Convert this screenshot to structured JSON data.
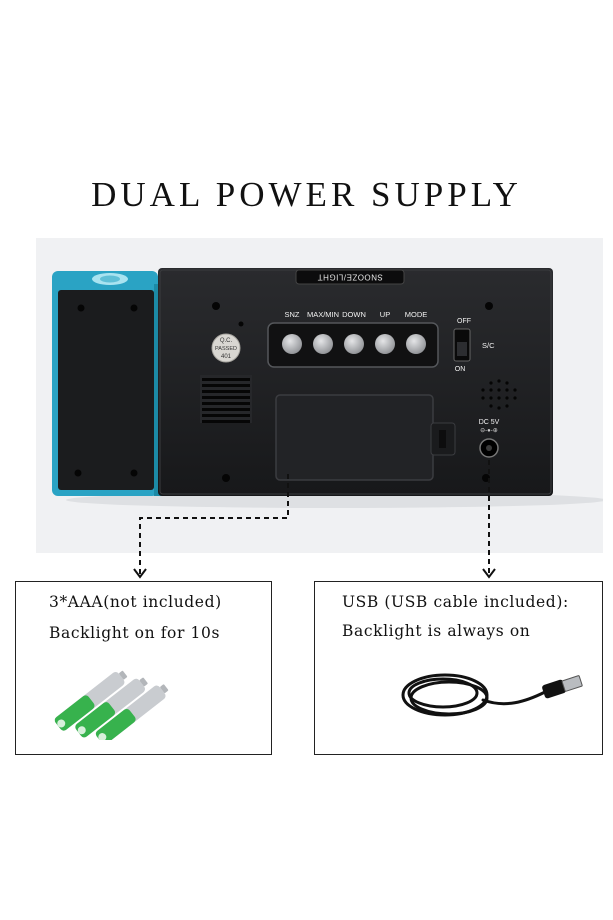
{
  "title": "DUAL POWER SUPPLY",
  "device": {
    "top_button_label": "SNOOZE/LIGHT",
    "button_labels": [
      "SNZ",
      "MAX/MIN",
      "DOWN",
      "UP",
      "MODE"
    ],
    "switch_off_label": "OFF",
    "switch_on_label": "ON",
    "switch_label": "S/C",
    "dc_label": "DC 5V",
    "qc_sticker_lines": [
      "Q.C.",
      "PASSED",
      "401"
    ]
  },
  "battery_box": {
    "line1": "3*AAA(not included)",
    "line2": "Backlight on for 10s"
  },
  "usb_box": {
    "line1": "USB (USB cable included):",
    "line2": "Backlight is always on"
  },
  "colors": {
    "device_body": "#1d1e20",
    "projector_accent": "#2aa3c4",
    "battery_green": "#37b24d",
    "battery_silver": "#c9ccd0",
    "background": "#ffffff"
  }
}
